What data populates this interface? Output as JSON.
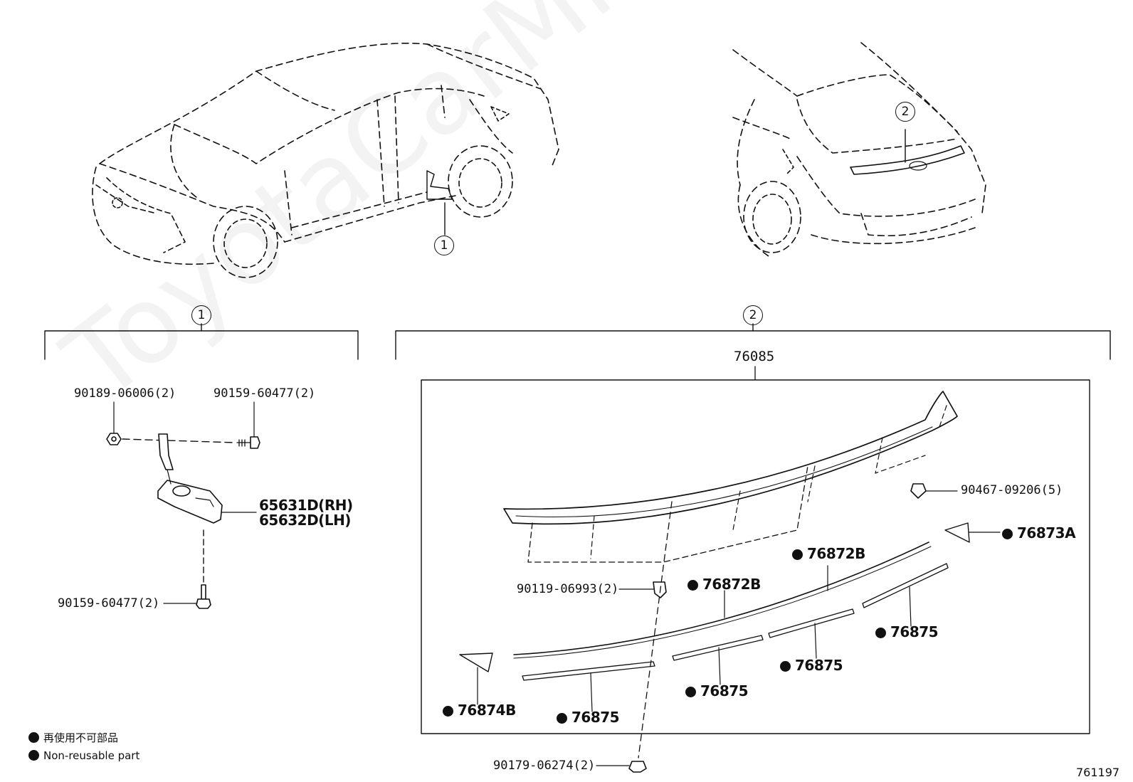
{
  "watermark": "ToyotaCarMine.ru",
  "circle_labels": {
    "one": "1",
    "two": "2"
  },
  "group_box": {
    "label": "76085"
  },
  "parts": {
    "p90189": "90189-06006(2)",
    "p90159_top": "90159-60477(2)",
    "p65631": "65631D(RH)",
    "p65632": "65632D(LH)",
    "p90159_bot": "90159-60477(2)",
    "p90467": "90467-09206(5)",
    "p76873A": "76873A",
    "p76872B_a": "76872B",
    "p76872B_b": "76872B",
    "p90119": "90119-06993(2)",
    "p76875_a": "76875",
    "p76875_b": "76875",
    "p76875_c": "76875",
    "p76875_d": "76875",
    "p76874B": "76874B",
    "p90179": "90179-06274(2)"
  },
  "legend": {
    "line1": "再使用不可部品",
    "line2": "Non-reusable part"
  },
  "figure_id": "761197"
}
